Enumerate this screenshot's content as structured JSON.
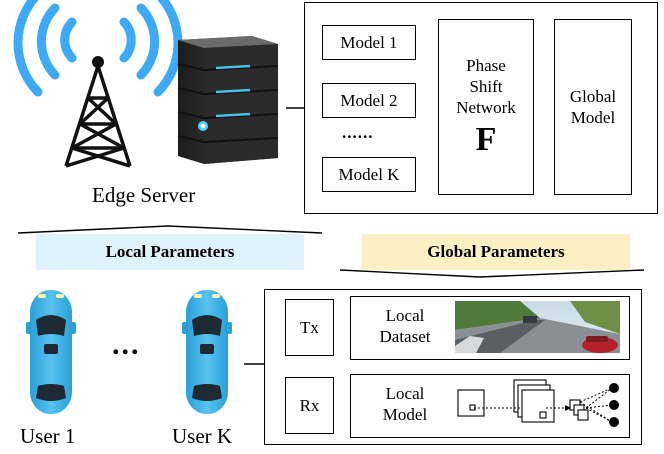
{
  "server": {
    "label": "Edge Server",
    "models": [
      "Model 1",
      "Model 2",
      "Model K"
    ],
    "models_ellipsis": "......",
    "phase_shift_network": [
      "Phase",
      "Shift",
      "Network"
    ],
    "phase_shift_symbol": "F",
    "global_model": [
      "Global",
      "Model"
    ]
  },
  "banners": {
    "local": "Local Parameters",
    "global": "Global Parameters"
  },
  "users": {
    "first": "User 1",
    "last": "User K",
    "ellipsis": "..."
  },
  "device": {
    "tx": "Tx",
    "rx": "Rx",
    "local_dataset": [
      "Local",
      "Dataset"
    ],
    "local_model": [
      "Local",
      "Model"
    ]
  },
  "colors": {
    "wifi": "#3ea9f5",
    "banner_local": "#dff1fb",
    "banner_global": "#fbf0c4",
    "car": "#3fb3e3"
  }
}
